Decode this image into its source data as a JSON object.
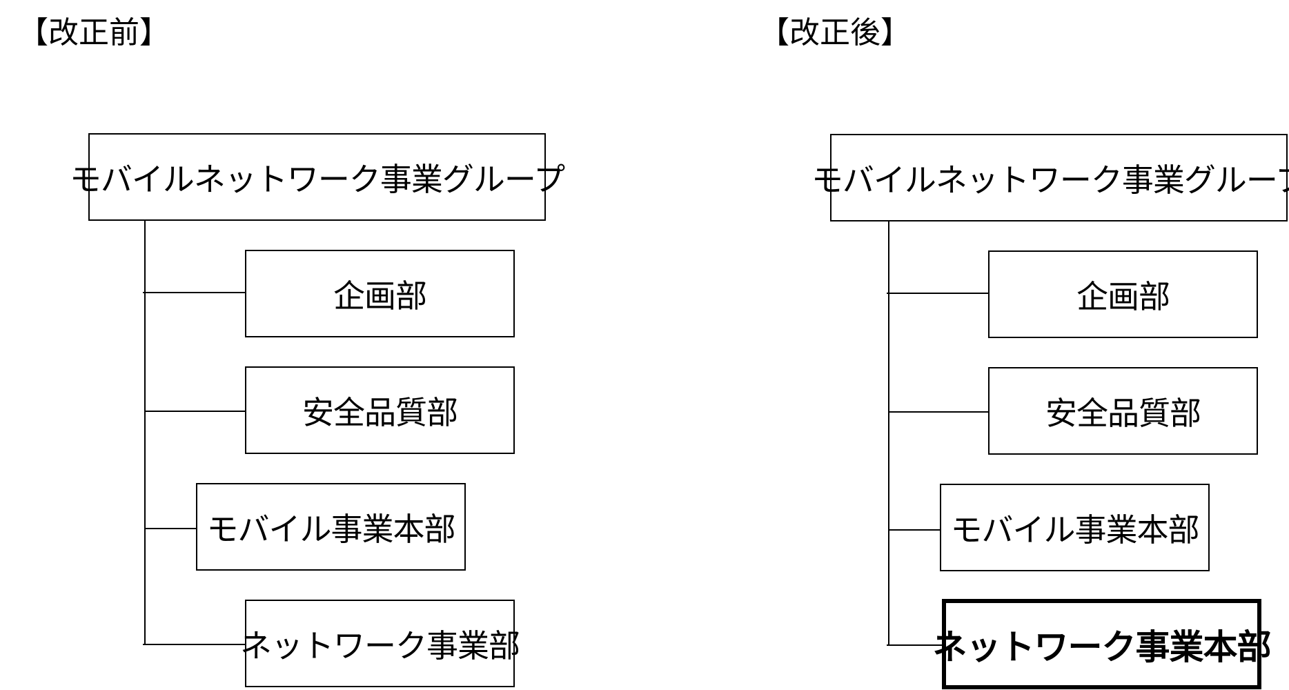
{
  "before": {
    "heading": "【改正前】",
    "root": "モバイルネットワーク事業グループ",
    "children": [
      "企画部",
      "安全品質部",
      "モバイル事業本部",
      "ネットワーク事業部"
    ]
  },
  "after": {
    "heading": "【改正後】",
    "root": "モバイルネットワーク事業グループ",
    "children": [
      "企画部",
      "安全品質部",
      "モバイル事業本部",
      "ネットワーク事業本部"
    ]
  }
}
